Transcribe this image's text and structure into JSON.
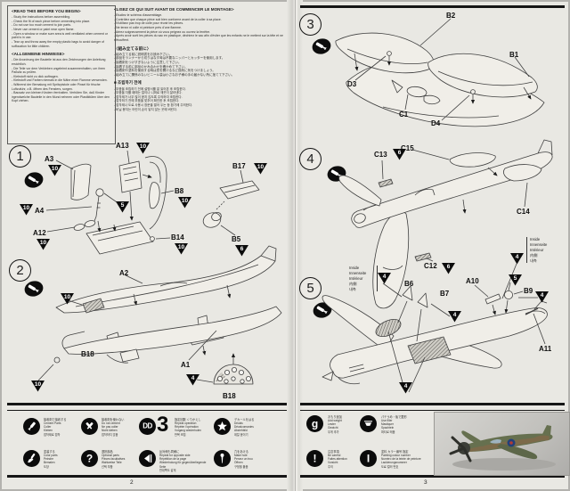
{
  "page": {
    "left_number": "2",
    "right_number": "3"
  },
  "colors": {
    "paper": "#e9e8e3",
    "ink": "#1d1d1d",
    "line": "#404040",
    "callout": "#0c0c0c"
  },
  "text_blocks": {
    "english": {
      "title": "<READ THIS BEFORE YOU BEGIN>",
      "body": "- Study the instructions before assembling.\n- Check the fit of each piece before cementing into place.\n- Do not use too much cement to join parts.\n- Never use cement or paint near open flame.\n- Open a window or make sure area is well ventilated when cement or paint is in use.\n- Tear up and throw away the empty plastic bags to avoid danger of suffocation for little children."
    },
    "german": {
      "title": "<ALLGEMEINE HINWEISE>",
      "body": "- Die Anordnung der Bauteile ist aus den Zeichnungen der Anleitung ersichtlich.\n- Die Teile vor dem Verkleben ungeleimt zusammenhalten, um ihren Paßsitz zu prüfen.\n- Klebstoff nicht zu dick auftragen.\n- Klebstoff und Farben niemals in die Nähe einer Flamme verwenden.\n- Während der Bemalung mit Spritzpistole oder Pinsel für frische Luftzufuhr, z.B. öffnen des Fensters, sorgen.\n- Bausatz von kleinen Kindern fernhalten. Verhüten Sie, daß Kinder irgendwelche Bauteile in den Mund nehmen oder Plastiktüten über den Kopf ziehen."
    },
    "french": {
      "title": "<LISEZ CE QUI SUIT AVANT DE COMMENCER LE MONTAGE>",
      "body": "- Etudiez le schéma d'assemblage.\n- Contrôlez que chaque pièce soit bien conforme avant de la coller à sa place.\n- N'utilisez pas trop de colle pour réunir les pièces.\n- Ne tenez ni colle ni peinture près d'une flamme.\n- Aérez soigneusement la pièce où vous peignez ou ouvrez la fenêtre.\n- Après avoir sorti les pièces du sac en plastique, déchirez le sac afin d'éviter que les enfants ne le mettent sur la tête et ne s'étouffent."
    },
    "japanese": {
      "title": "〈組み立てる前に〉",
      "body": "- 組み立てる前に説明書をお読み下さい。\n- 部品をランナーから切りはなす時は不要なニッパーとカッターを使用します。\n- 接着剤をつけすぎないように注意して下さい。\n- 接着する前に部品のかみ合わせを確かめて下さい。\n- 接着剤や塗料を使用する時は窓を開けるなど換気に気をつけましょう。\n- 組み立てに関係のないビニール袋は小さなお子様の手の届かない所に捨てて下さい。"
    },
    "korean": {
      "title": "■ 조립하기 전에",
      "body": "- 부품을 조립하기 전에 설명서를 잘 읽어본 후 조립한다.\n- 부품을 자를 때에는 칼이나 니퍼로 깨끗이 잘라낸다.\n- 접착제가 너무 많이 묻지 않도록 주의하여 조립한다.\n- 접착하기 전에 부품을 맞추어 확인한 후 조립한다.\n- 접착제나 도료 사용시 창문을 열어 두는 등 환기에 주의한다.\n- 비닐 봉지는 어린이 손이 닿지 않는 곳에 버린다."
    }
  },
  "inside_note": "Inside\nInnenseite\nIntérieur\n内側\n내측",
  "steps": {
    "s1": {
      "num": "1",
      "parts": {
        "a3": "A3",
        "a13": "A13",
        "a4": "A4",
        "a12": "A12",
        "b8": "B8",
        "b17": "B17",
        "b14": "B14",
        "b5": "B5"
      },
      "paint": {
        "a3": "10",
        "a13": "10",
        "a4": "10",
        "a12": "10",
        "b8": "10",
        "b17": "10",
        "b14": "10",
        "b5": "6",
        "stick": "5"
      }
    },
    "s2": {
      "num": "2",
      "parts": {
        "a2": "A2",
        "a1": "A1",
        "b18": "B18",
        "b18_panel": "B18"
      },
      "paint": {
        "sidewall": "10",
        "nose": "10",
        "panel": "4"
      }
    },
    "s3": {
      "num": "3",
      "parts": {
        "b2": "B2",
        "b1": "B1",
        "d3": "D3",
        "d4": "D4",
        "c1": "C1"
      }
    },
    "s4": {
      "num": "4",
      "parts": {
        "c13": "C13",
        "c15": "C15",
        "c14": "C14",
        "c12": "C12"
      },
      "paint": {
        "c13": "6",
        "c12": "6",
        "tail_well": "4"
      }
    },
    "s5": {
      "num": "5",
      "parts": {
        "b6": "B6",
        "b7": "B7",
        "a10": "A10",
        "b9": "B9",
        "a11": "A11"
      },
      "paint": {
        "door_note": "4",
        "doors": "4",
        "b9": "5",
        "b9_well": "4",
        "wells": "4"
      }
    }
  },
  "legend_left": [
    {
      "name": "cement-icon",
      "labels": "接着剤で接着する\nCement Parts\nColler\nKleben\n접착제로 접착"
    },
    {
      "name": "do-not-cement-icon",
      "labels": "接着剤を使わない\nDo not cement\nNe pas coller\nNicht kleben\n접착하지 않음"
    },
    {
      "name": "repeat-operation-icon",
      "glyph": "DD",
      "count": "3",
      "labels": "指定回数 くりかえし\nRepeat operation\nRépéter l'opération\nVorgang wiederholen\n반복 조립"
    },
    {
      "name": "decal-icon",
      "labels": "デカールをはる\nDecals\nDécalcomanies\nAbziehbild\n데칼 붙이기"
    },
    {
      "name": "paint-icon",
      "labels": "塗装する\nColor parts\nPeindre\nBemalen\n도장"
    },
    {
      "name": "optional-parts-icon",
      "glyph": "?",
      "labels": "選択部品\nOptional parts\nPièces facultatives\nWahlweise Teile\n선택 부품"
    },
    {
      "name": "repeat-opposite-side-icon",
      "labels": "反対側も同様に\nRepeat for opposite side\nRépétition de la page\nWiederholung für gegenüberliegende Seite\n반대쪽도 같게"
    },
    {
      "name": "make-hole-icon",
      "labels": "穴をあける\nMake hole\nPercez un trou\nÖffnen\n구멍을 뚫음"
    }
  ],
  "legend_right": [
    {
      "name": "add-weight-icon",
      "glyph": "g",
      "labels": "おもり追加\nAdd weight\nLester\nGewicht\n무게 추가"
    },
    {
      "name": "use-filler-icon",
      "labels": "パテうめ・後で整形\nUse filler\nMastiquer\nSpachteln\n퍼티로 메움"
    },
    {
      "name": "caution-icon",
      "glyph": "!",
      "labels": "注意事項\nBe careful\nFaites attention\nVorsicht\n주의"
    },
    {
      "name": "color-number-icon",
      "glyph": "I",
      "labels": "塗料 カラー番号 指定\nPainting colour number\nNuméro de la teinte de peinture\nLackierungsnummer\n도료 컬러 번호"
    }
  ]
}
